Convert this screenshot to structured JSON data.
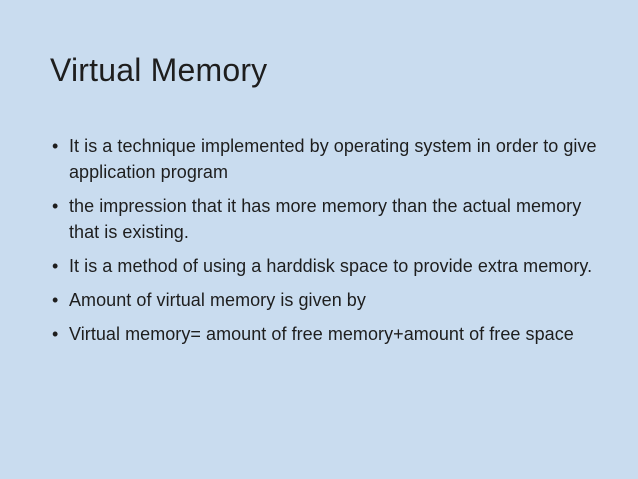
{
  "slide": {
    "title": "Virtual Memory",
    "bullets": [
      {
        "marker": "•",
        "text": "It is a technique implemented by operating system in order to give application program"
      },
      {
        "marker": "•",
        "text": "the impression that it has more memory than the actual memory that is existing."
      },
      {
        "marker": "•",
        "text": "It is a method of using a harddisk space to provide extra memory."
      },
      {
        "marker": "•",
        "text": "Amount of virtual memory is given by"
      },
      {
        "marker": "•",
        "text": "Virtual memory= amount of free memory+amount of free space"
      }
    ]
  },
  "colors": {
    "background": "#c9dcef",
    "text": "#1e1e1e"
  }
}
